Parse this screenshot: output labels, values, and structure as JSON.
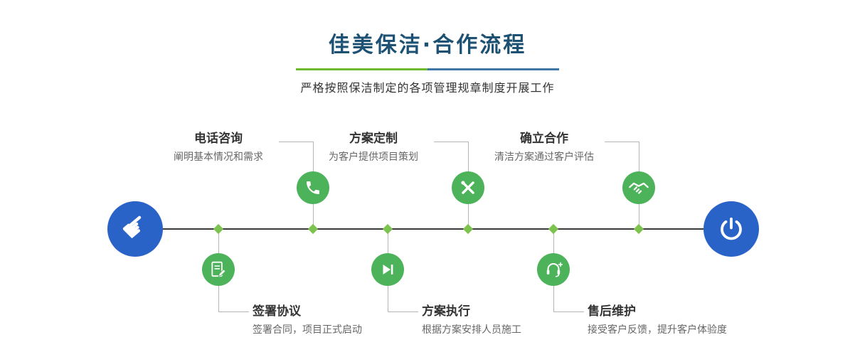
{
  "header": {
    "title": "佳美保洁·合作流程",
    "subtitle": "严格按照保洁制定的各项管理规章制度开展工作"
  },
  "steps": [
    {
      "label": "电话咨询",
      "desc": "阐明基本情况和需求",
      "icon": "phone-icon",
      "side": "top"
    },
    {
      "label": "签署协议",
      "desc": "签署合同，项目正式启动",
      "icon": "contract-pen-icon",
      "side": "bottom"
    },
    {
      "label": "方案定制",
      "desc": "为客户提供项目策划",
      "icon": "design-tools-icon",
      "side": "top"
    },
    {
      "label": "方案执行",
      "desc": "根据方案安排人员施工",
      "icon": "play-forward-icon",
      "side": "bottom"
    },
    {
      "label": "确立合作",
      "desc": "清洁方案通过客户评估",
      "icon": "handshake-icon",
      "side": "top"
    },
    {
      "label": "售后维护",
      "desc": "接受客户反馈，提升客户体验度",
      "icon": "headset-plus-icon",
      "side": "bottom"
    }
  ],
  "timeline": {
    "start_icon": "pointing-hand-icon",
    "end_icon": "power-icon"
  },
  "colors": {
    "title_blue": "#1d5173",
    "divider_green": "#6fb92c",
    "divider_blue": "#4076a3",
    "node_green": "#4db35a",
    "marker_green": "#7cc34f",
    "endpoint_blue": "#2a63c8"
  }
}
